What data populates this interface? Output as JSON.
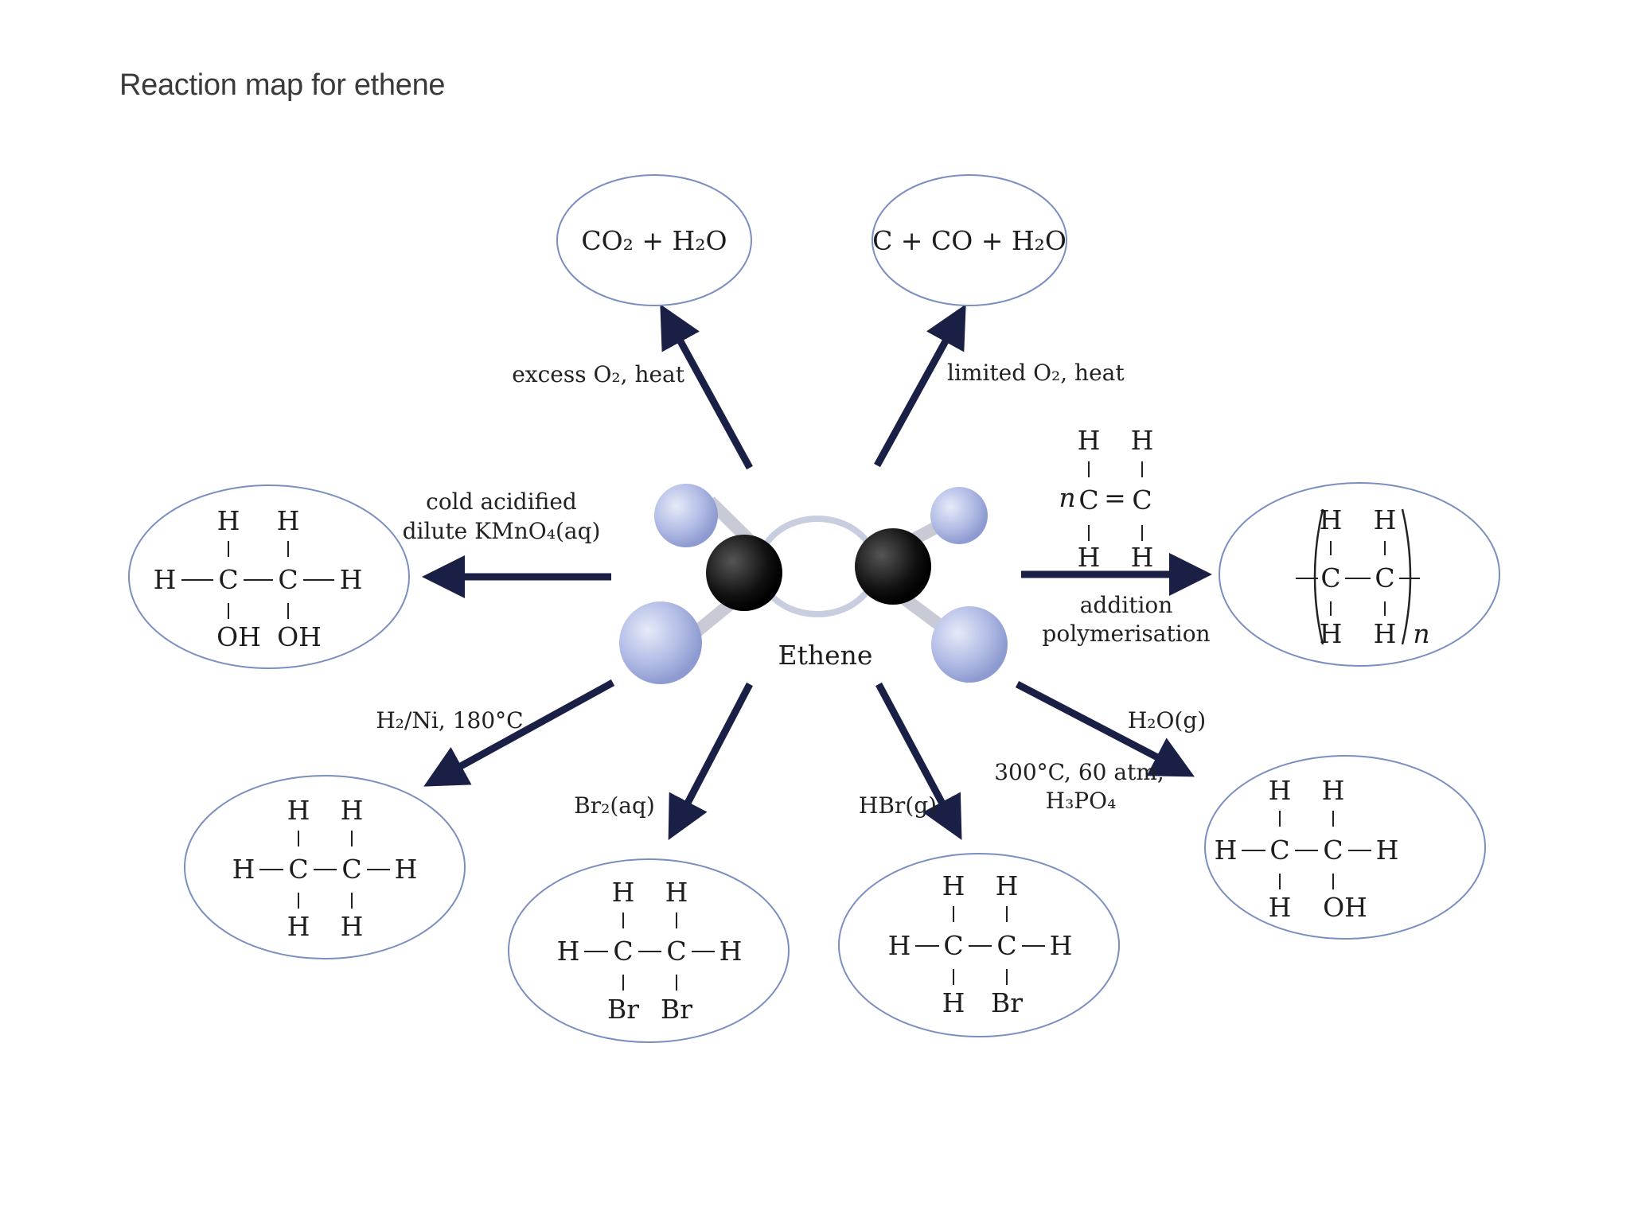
{
  "title": "Reaction map for ethene",
  "colors": {
    "arrow": "#1a1f45",
    "ellipse": "#7a8ec0",
    "atom_h": "#b7c1e8",
    "atom_c": "#111111"
  },
  "center": {
    "label": "Ethene"
  },
  "reactions": {
    "combustion_complete": {
      "conditions": "excess O₂, heat",
      "product": "CO₂ + H₂O"
    },
    "combustion_incomplete": {
      "conditions": "limited O₂, heat",
      "product": "C + CO + H₂O"
    },
    "oxidation": {
      "conditions_line1": "cold acidified",
      "conditions_line2": "dilute KMnO₄(aq)",
      "product": {
        "top": [
          "H",
          "H"
        ],
        "middle": [
          "H",
          "C",
          "C",
          "H"
        ],
        "bottom": [
          "OH",
          "OH"
        ]
      }
    },
    "polymerisation": {
      "monomer": {
        "prefix": "n",
        "top": [
          "H",
          "H"
        ],
        "middle": [
          "C",
          "=",
          "C"
        ],
        "bottom": [
          "H",
          "H"
        ]
      },
      "conditions_line1": "addition",
      "conditions_line2": "polymerisation",
      "product": {
        "top": [
          "H",
          "H"
        ],
        "middle": [
          "C",
          "C"
        ],
        "bottom": [
          "H",
          "H"
        ],
        "subscript": "n"
      }
    },
    "hydrogenation": {
      "conditions": "H₂/Ni, 180°C",
      "product": {
        "top": [
          "H",
          "H"
        ],
        "middle": [
          "H",
          "C",
          "C",
          "H"
        ],
        "bottom": [
          "H",
          "H"
        ]
      }
    },
    "bromination": {
      "conditions": "Br₂(aq)",
      "product": {
        "top": [
          "H",
          "H"
        ],
        "middle": [
          "H",
          "C",
          "C",
          "H"
        ],
        "bottom": [
          "Br",
          "Br"
        ]
      }
    },
    "hydrobromination": {
      "conditions": "HBr(g)",
      "product": {
        "top": [
          "H",
          "H"
        ],
        "middle": [
          "H",
          "C",
          "C",
          "H"
        ],
        "bottom": [
          "H",
          "Br"
        ]
      }
    },
    "hydration": {
      "conditions_line1": "H₂O(g)",
      "conditions_line2": "300°C, 60 atm,",
      "conditions_line3": "H₃PO₄",
      "product": {
        "top": [
          "H",
          "H"
        ],
        "middle": [
          "H",
          "C",
          "C",
          "H"
        ],
        "bottom": [
          "H",
          "OH"
        ]
      }
    }
  }
}
